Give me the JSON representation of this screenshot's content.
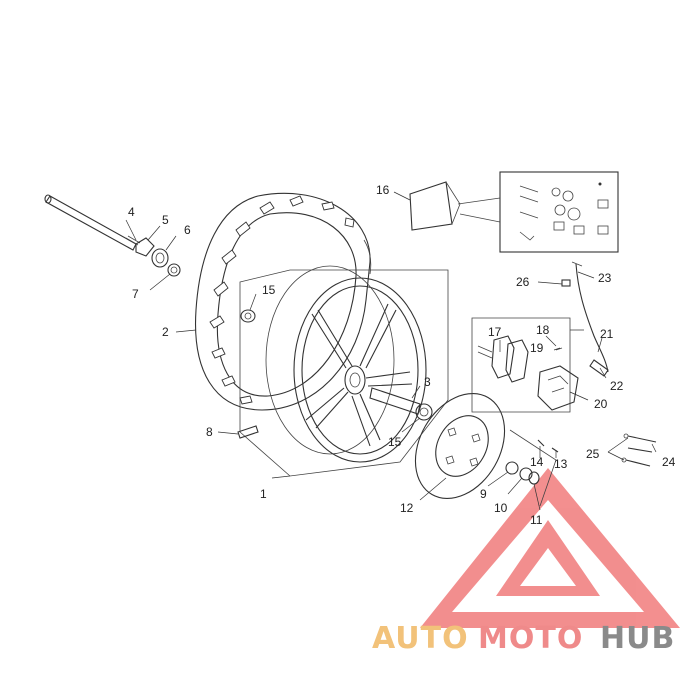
{
  "callouts": [
    {
      "id": "1",
      "text": "1"
    },
    {
      "id": "2",
      "text": "2"
    },
    {
      "id": "3",
      "text": "3"
    },
    {
      "id": "4",
      "text": "4"
    },
    {
      "id": "5",
      "text": "5"
    },
    {
      "id": "6",
      "text": "6"
    },
    {
      "id": "7",
      "text": "7"
    },
    {
      "id": "8",
      "text": "8"
    },
    {
      "id": "9",
      "text": "9"
    },
    {
      "id": "10",
      "text": "10"
    },
    {
      "id": "11",
      "text": "11"
    },
    {
      "id": "12",
      "text": "12"
    },
    {
      "id": "13",
      "text": "13"
    },
    {
      "id": "14",
      "text": "14"
    },
    {
      "id": "15a",
      "text": "15"
    },
    {
      "id": "15b",
      "text": "15"
    },
    {
      "id": "16",
      "text": "16"
    },
    {
      "id": "17",
      "text": "17"
    },
    {
      "id": "18",
      "text": "18"
    },
    {
      "id": "19",
      "text": "19"
    },
    {
      "id": "20",
      "text": "20"
    },
    {
      "id": "21",
      "text": "21"
    },
    {
      "id": "22",
      "text": "22"
    },
    {
      "id": "23",
      "text": "23"
    },
    {
      "id": "24",
      "text": "24"
    },
    {
      "id": "25",
      "text": "25"
    },
    {
      "id": "26",
      "text": "26"
    }
  ],
  "watermark": {
    "part1": "AUTO",
    "part2": "MOTO",
    "part3": "HUB",
    "colors": {
      "auto": "#f2c27a",
      "moto": "#ef8a8a",
      "hub": "#8a8a8a",
      "triangle": "#ef6f6f"
    }
  },
  "colors": {
    "line": "#333333",
    "background": "#ffffff"
  }
}
